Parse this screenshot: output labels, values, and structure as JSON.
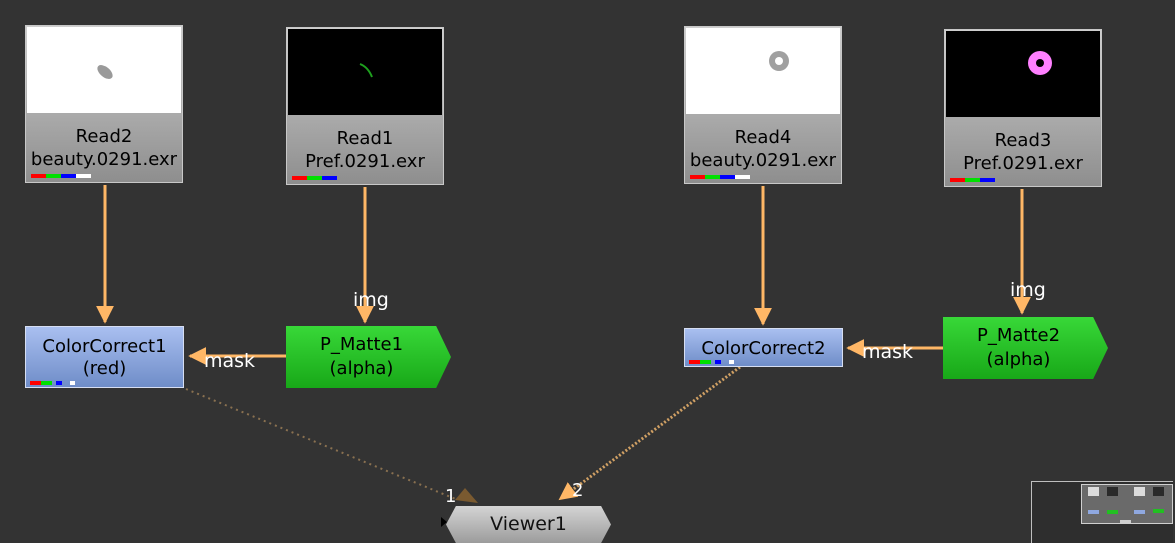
{
  "nodes": {
    "read2": {
      "name": "Read2",
      "file": "beauty.0291.exr"
    },
    "read1": {
      "name": "Read1",
      "file": "Pref.0291.exr"
    },
    "read4": {
      "name": "Read4",
      "file": "beauty.0291.exr"
    },
    "read3": {
      "name": "Read3",
      "file": "Pref.0291.exr"
    },
    "colorcorrect1": {
      "name": "ColorCorrect1",
      "sub": "(red)"
    },
    "colorcorrect2": {
      "name": "ColorCorrect2"
    },
    "p_matte1": {
      "name": "P_Matte1",
      "sub": "(alpha)"
    },
    "p_matte2": {
      "name": "P_Matte2",
      "sub": "(alpha)"
    },
    "viewer1": {
      "name": "Viewer1"
    }
  },
  "pipe_labels": {
    "img1": "img",
    "img2": "img",
    "mask1": "mask",
    "mask2": "mask",
    "viewer_input_1": "1",
    "viewer_input_2": "2"
  },
  "colors": {
    "background": "#333333",
    "pipe": "#ffb766",
    "read_node": "#b0b0b0",
    "colorcorrect_node": "#8fa8e0",
    "matte_node": "#22c022",
    "viewer_node": "#bcbcbc",
    "thumb_pink": "#ff80ff",
    "thumb_green": "#1ea01e"
  }
}
